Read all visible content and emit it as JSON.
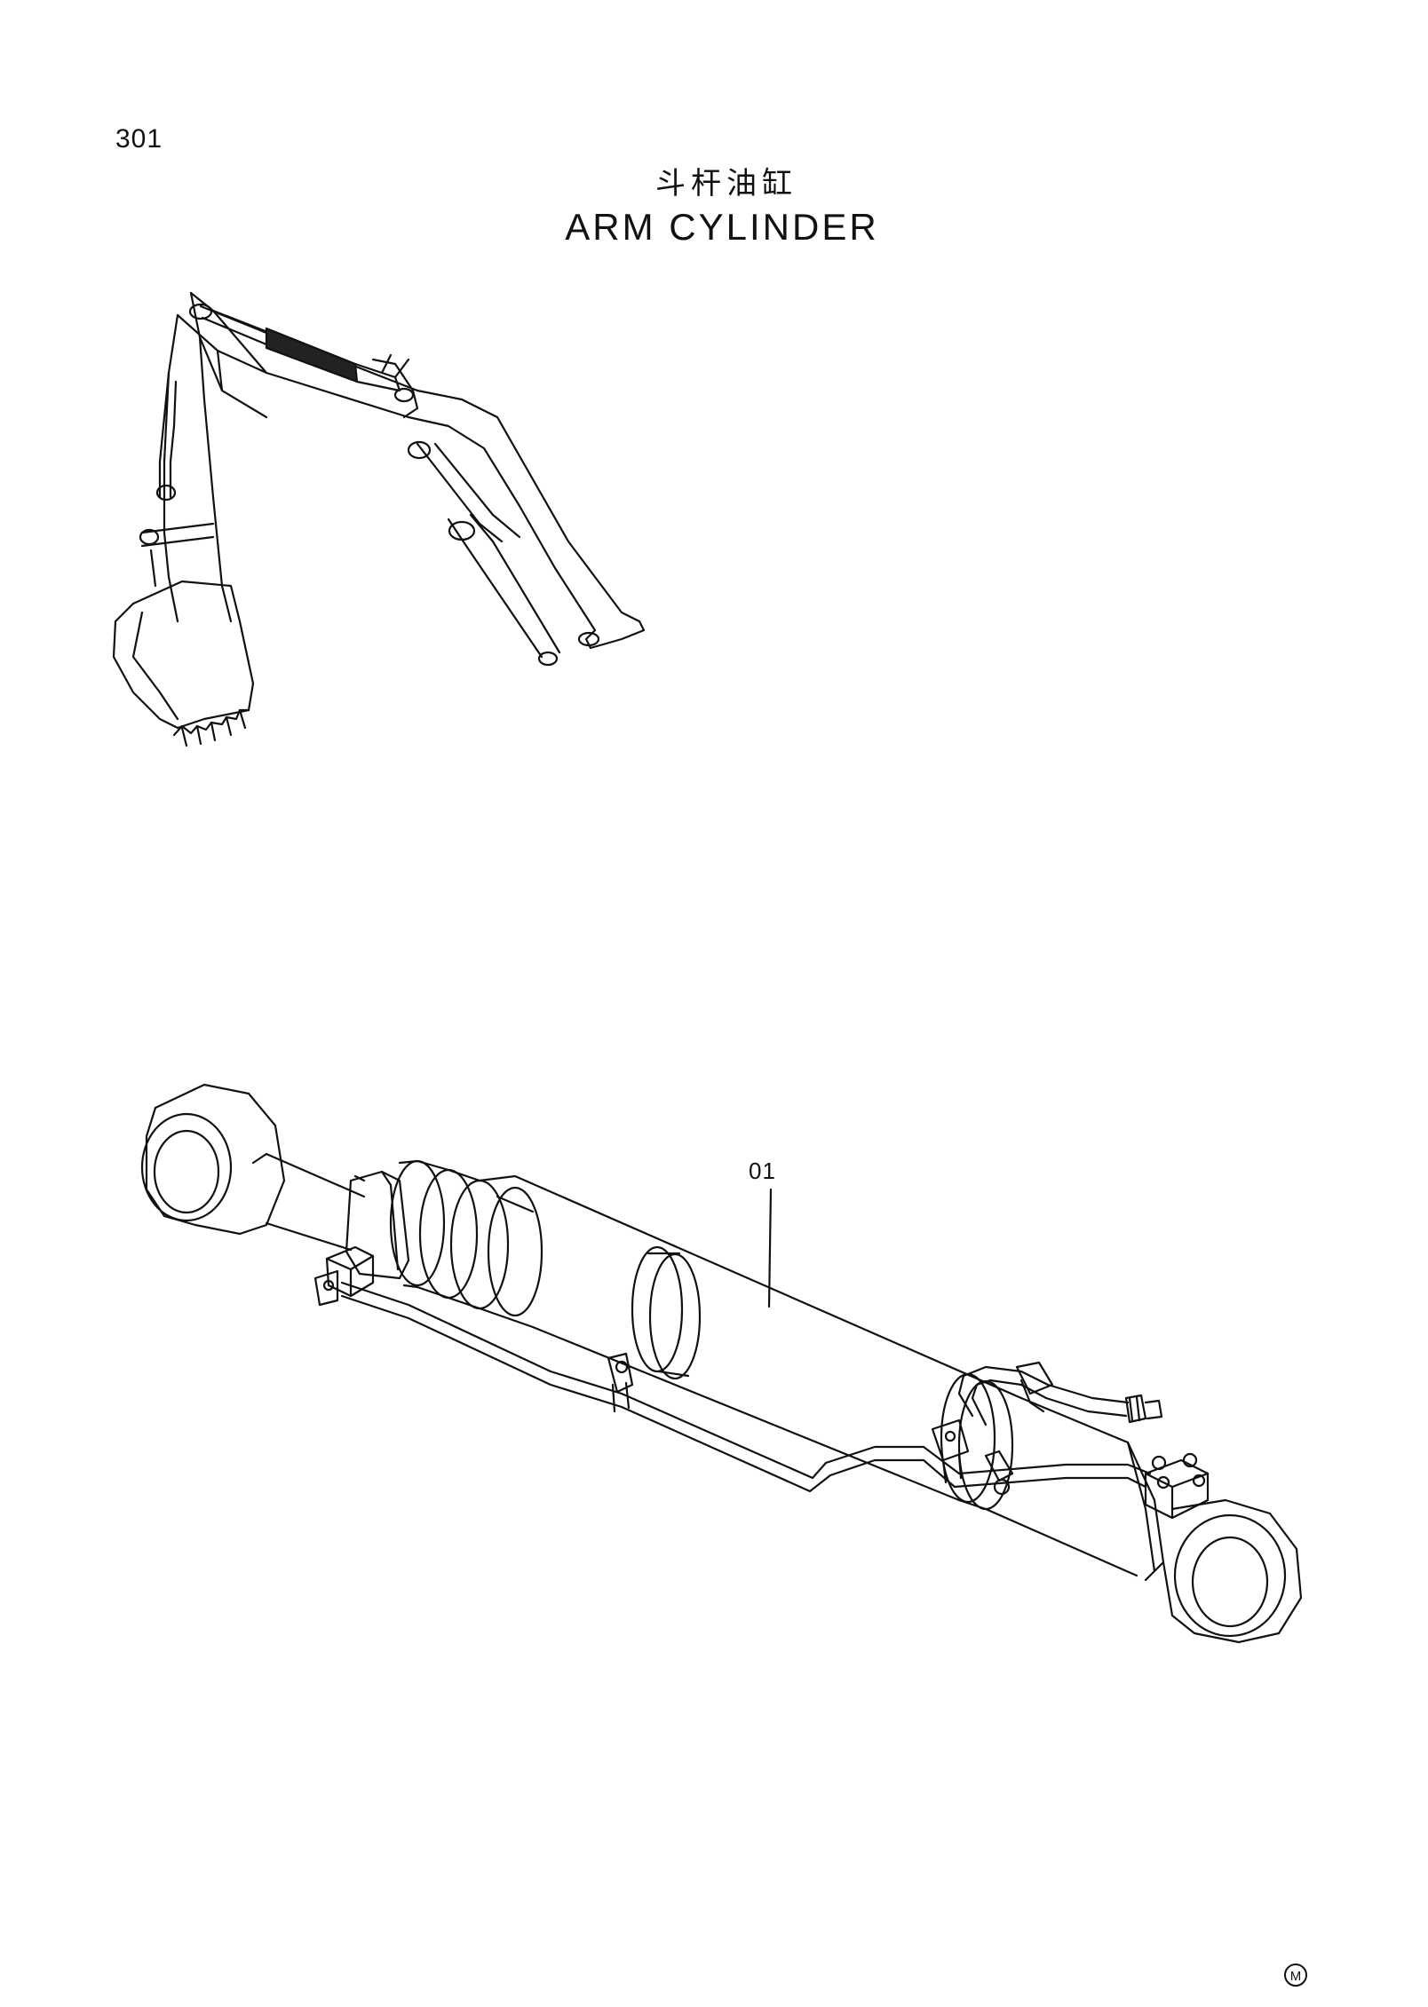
{
  "page_number": "301",
  "title": {
    "cn": "斗杆油缸",
    "en": "ARM CYLINDER"
  },
  "callouts": [
    {
      "label": "01"
    }
  ],
  "mark": "M",
  "colors": {
    "line": "#111111",
    "background": "#ffffff"
  }
}
